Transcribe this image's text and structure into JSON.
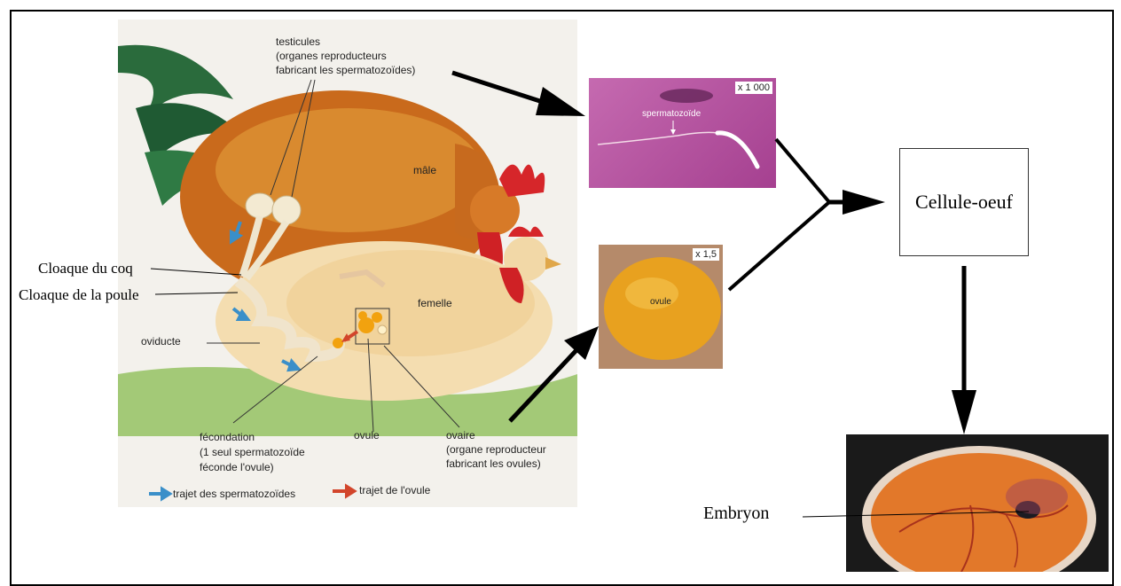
{
  "hen_figure": {
    "testicules": "testicules",
    "testicules_desc_1": "(organes reproducteurs",
    "testicules_desc_2": "fabricant les spermatozoïdes)",
    "male": "mâle",
    "femelle": "femelle",
    "oviducte": "oviducte",
    "fecondation": "fécondation",
    "fecondation_desc_1": "(1 seul spermatozoïde",
    "fecondation_desc_2": "féconde l'ovule)",
    "ovule": "ovule",
    "ovaire": "ovaire",
    "ovaire_desc_1": "(organe reproducteur",
    "ovaire_desc_2": "fabricant les ovules)",
    "legend_sperm": "trajet des spermatozoïdes",
    "legend_ovule": "trajet de l'ovule"
  },
  "annotations": {
    "cloaque_coq": "Cloaque du coq",
    "cloaque_poule": "Cloaque de la poule",
    "cellule_oeuf": "Cellule-oeuf",
    "embryon": "Embryon"
  },
  "sperm_photo": {
    "scale": "x 1 000",
    "label": "spermatozoïde"
  },
  "ovule_photo": {
    "scale": "x 1,5",
    "label": "ovule"
  },
  "colors": {
    "sperm_arrow": "#3a8fc9",
    "ovule_arrow": "#d2452b",
    "sperm_photo_bg": "#b0509a",
    "ovule_photo": "#e8a11f"
  }
}
